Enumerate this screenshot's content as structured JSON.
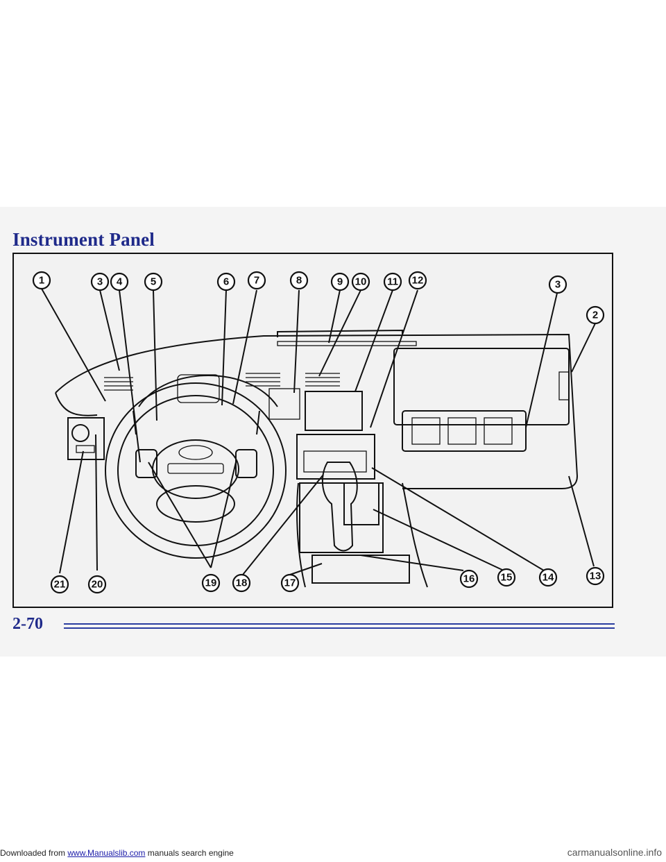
{
  "page": {
    "title": "Instrument Panel",
    "page_number": "2-70"
  },
  "figure": {
    "callouts": [
      "1",
      "3",
      "4",
      "5",
      "6",
      "7",
      "8",
      "9",
      "10",
      "11",
      "12",
      "3",
      "2",
      "13",
      "14",
      "15",
      "16",
      "17",
      "18",
      "19",
      "20",
      "21"
    ]
  },
  "footer": {
    "prefix": "Downloaded from ",
    "link": "www.Manualslib.com",
    "suffix": " manuals search engine",
    "watermark": "carmanualsonline.info"
  }
}
